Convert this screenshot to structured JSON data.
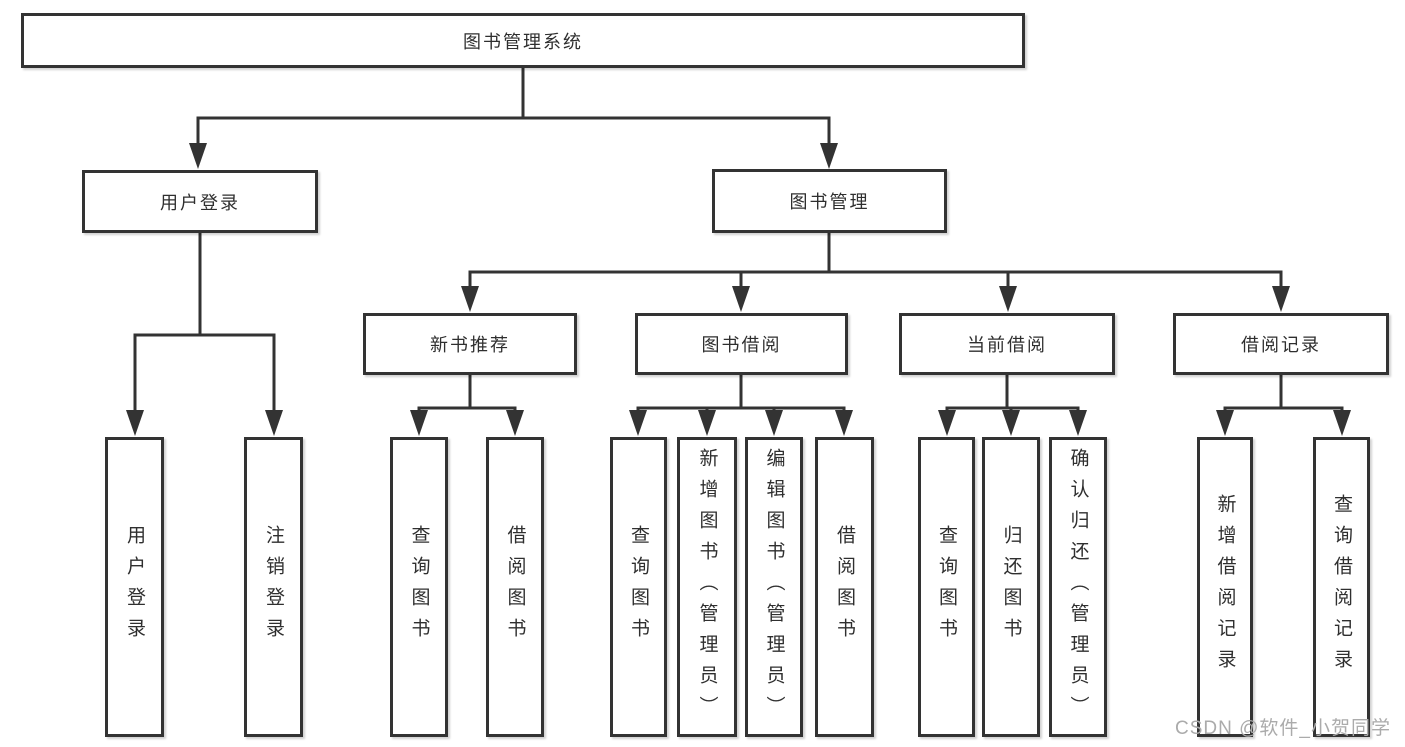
{
  "colors": {
    "line": "#333333",
    "box_border": "#333333",
    "text": "#2f2f2f",
    "watermark": "#ababab",
    "background": "#ffffff"
  },
  "diagram": {
    "root": {
      "label": "图书管理系统"
    },
    "branches": [
      {
        "label": "用户登录",
        "children": [
          {
            "label": "用户登录"
          },
          {
            "label": "注销登录"
          }
        ]
      },
      {
        "label": "图书管理",
        "children": [
          {
            "label": "新书推荐",
            "children": [
              {
                "label": "查询图书"
              },
              {
                "label": "借阅图书"
              }
            ]
          },
          {
            "label": "图书借阅",
            "children": [
              {
                "label": "查询图书"
              },
              {
                "label": "新增图书（管理员）"
              },
              {
                "label": "编辑图书（管理员）"
              },
              {
                "label": "借阅图书"
              }
            ]
          },
          {
            "label": "当前借阅",
            "children": [
              {
                "label": "查询图书"
              },
              {
                "label": "归还图书"
              },
              {
                "label": "确认归还（管理员）"
              }
            ]
          },
          {
            "label": "借阅记录",
            "children": [
              {
                "label": "新增借阅记录"
              },
              {
                "label": "查询借阅记录"
              }
            ]
          }
        ]
      }
    ]
  },
  "watermark": {
    "text": "CSDN @软件_小贺同学"
  }
}
